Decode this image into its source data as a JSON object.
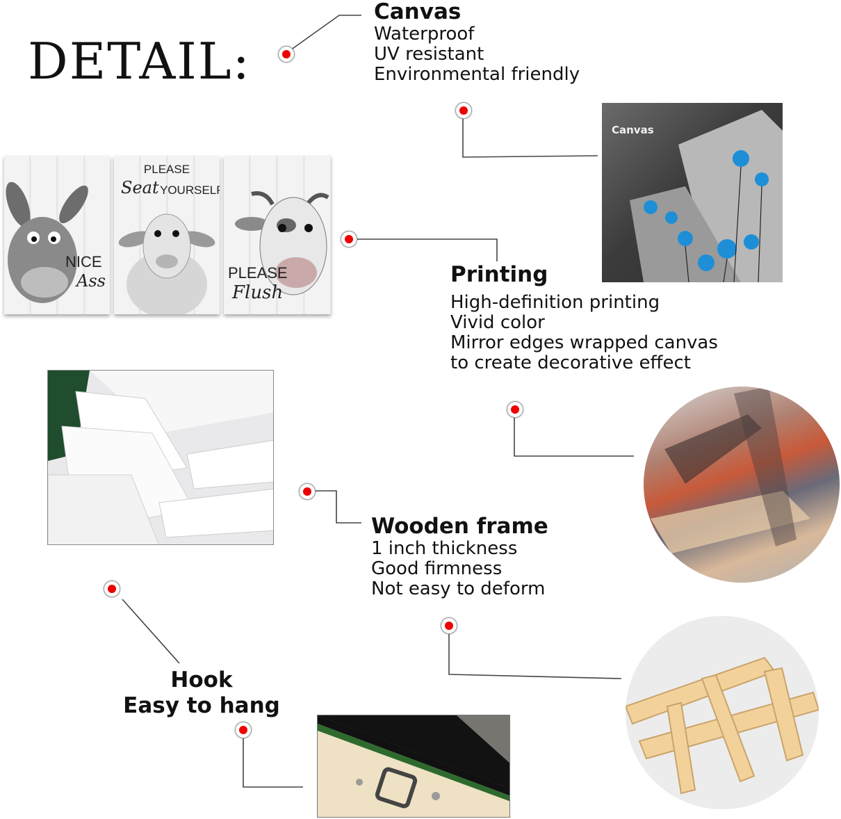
{
  "heading": "DETAIL:",
  "canvas_section": {
    "title": "Canvas",
    "lines": [
      "Waterproof",
      "UV resistant",
      "Environmental friendly"
    ],
    "photo_label": "Canvas"
  },
  "printing_section": {
    "title": "Printing",
    "lines": [
      "High-definition printing",
      "Vivid color",
      "Mirror edges wrapped canvas",
      "to create decorative effect"
    ]
  },
  "wooden_frame_section": {
    "title": "Wooden frame",
    "lines": [
      "1 inch thickness",
      "Good firmness",
      "Not easy to deform"
    ]
  },
  "hook_section": {
    "title": "Hook",
    "line": "Easy to hang"
  },
  "product_panels": [
    {
      "top": "NICE",
      "script": "Ass"
    },
    {
      "top": "PLEASE",
      "script": "Seat",
      "bottom": "YOURSELF"
    },
    {
      "top": "PLEASE",
      "script": "Flush"
    }
  ],
  "colors": {
    "marker_red": "#e00000",
    "text": "#111111",
    "line": "#444444"
  }
}
